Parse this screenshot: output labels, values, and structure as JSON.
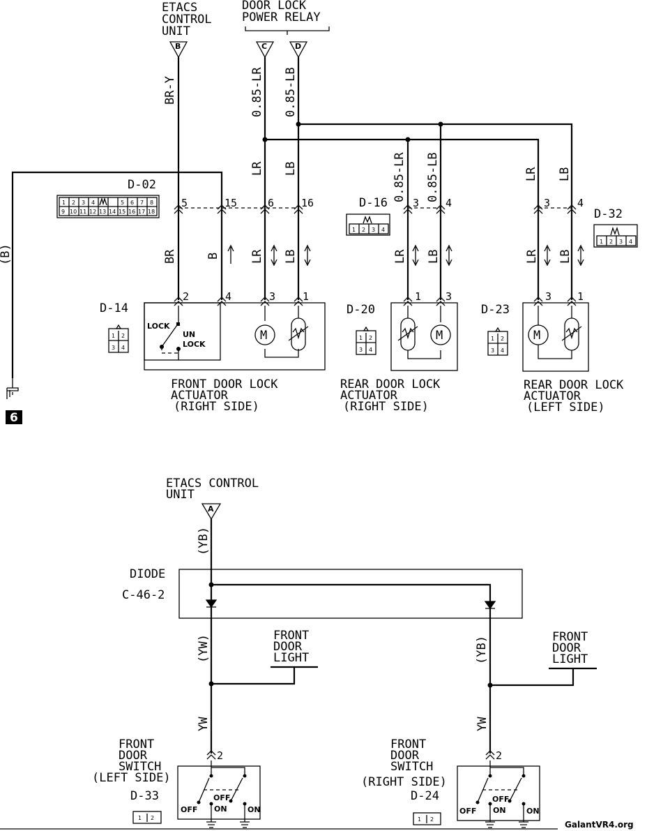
{
  "top": {
    "etacs_a": "ETACS",
    "etacs_b": "CONTROL",
    "etacs_c": "UNIT",
    "relay_a": "DOOR LOCK",
    "relay_b": "POWER RELAY",
    "conn_b": "B",
    "conn_c": "C",
    "conn_d": "D",
    "wire_bry": "BR-Y",
    "wire_085lr": "0.85-LR",
    "wire_085lb": "0.85-LB",
    "wire_lr": "LR",
    "wire_lb": "LB",
    "wire_br": "BR",
    "wire_b": "B",
    "wire_paren_b": "(B)",
    "d02": "D-02",
    "d16": "D-16",
    "d32": "D-32",
    "d14": "D-14",
    "d20": "D-20",
    "d23": "D-23",
    "pins_d02": [
      "5",
      "15",
      "6",
      "16"
    ],
    "pins_d16": [
      "3",
      "4"
    ],
    "pins_d32": [
      "3",
      "4"
    ],
    "pins_d14": [
      "2",
      "4",
      "3",
      "1"
    ],
    "pins_d20": [
      "1",
      "3"
    ],
    "pins_d23": [
      "3",
      "1"
    ],
    "lock": "LOCK",
    "un": "UN",
    "unlock": "LOCK",
    "front_right_a": "FRONT DOOR LOCK",
    "front_right_b": "ACTUATOR",
    "front_right_c": "(RIGHT SIDE)",
    "rear_right_a": "REAR DOOR LOCK",
    "rear_right_b": "ACTUATOR",
    "rear_right_c": "(RIGHT SIDE)",
    "rear_left_a": "REAR DOOR LOCK",
    "rear_left_b": "ACTUATOR",
    "rear_left_c": "(LEFT SIDE)",
    "ground_no": "6",
    "d02_row1": [
      "1",
      "2",
      "3",
      "4",
      "",
      "5",
      "6",
      "7",
      "8"
    ],
    "d02_row2": [
      "9",
      "10",
      "11",
      "12",
      "13",
      "14",
      "15",
      "16",
      "17",
      "18"
    ],
    "four_pin": [
      "1",
      "2",
      "3",
      "4"
    ]
  },
  "bottom": {
    "etacs_a": "ETACS CONTROL",
    "etacs_b": "UNIT",
    "conn_a": "A",
    "wire_yb_paren": "(YB)",
    "wire_yw_paren": "(YW)",
    "wire_yw": "YW",
    "diode": "DIODE",
    "c46": "C-46-2",
    "light_a": "FRONT",
    "light_b": "DOOR",
    "light_c": "LIGHT",
    "sw_left_a": "FRONT",
    "sw_left_b": "DOOR",
    "sw_left_c": "SWITCH",
    "sw_left_d": "(LEFT SIDE)",
    "sw_right_a": "FRONT",
    "sw_right_b": "DOOR",
    "sw_right_c": "SWITCH",
    "sw_right_d": "(RIGHT SIDE)",
    "d33": "D-33",
    "d24": "D-24",
    "pin2": "2",
    "off": "OFF",
    "on": "ON",
    "two_pin": [
      "1",
      "2"
    ]
  },
  "watermark": "GalantVR4.org"
}
